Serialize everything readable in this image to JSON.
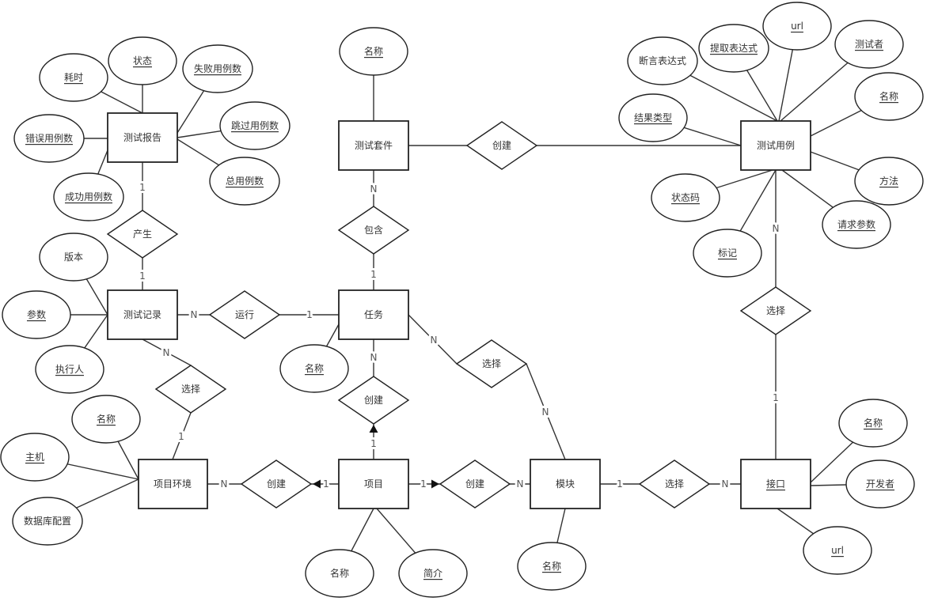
{
  "entities": {
    "test_report": "测试报告",
    "test_record": "测试记录",
    "test_suite": "测试套件",
    "task": "任务",
    "project_env": "项目环境",
    "project": "项目",
    "module": "模块",
    "interface": "接口",
    "test_case": "测试用例"
  },
  "relationships": {
    "report_record": "产生",
    "record_task": "运行",
    "suite_task": "包含",
    "suite_case": "创建",
    "record_env": "选择",
    "task_project": "创建",
    "task_module": "选择",
    "env_project": "创建",
    "project_module": "创建",
    "module_interface": "选择",
    "interface_case": "选择"
  },
  "attributes": {
    "test_report": [
      "耗时",
      "状态",
      "失败用例数",
      "跳过用例数",
      "总用例数",
      "错误用例数",
      "成功用例数"
    ],
    "test_record": [
      "版本",
      "参数",
      "执行人"
    ],
    "test_suite": [
      "名称"
    ],
    "task": [
      "名称"
    ],
    "project_env": [
      "名称",
      "主机",
      "数据库配置"
    ],
    "project": [
      "名称",
      "简介"
    ],
    "module": [
      "名称"
    ],
    "interface": [
      "名称",
      "开发者",
      "url"
    ],
    "test_case": [
      "断言表达式",
      "提取表达式",
      "url",
      "测试者",
      "名称",
      "结果类型",
      "方法",
      "状态码",
      "请求参数",
      "标记"
    ]
  },
  "cardinalities": {
    "report_record": {
      "report": "1",
      "record": "1"
    },
    "record_task": {
      "record": "N",
      "task": "1"
    },
    "suite_task": {
      "suite": "N",
      "task": "1"
    },
    "record_env": {
      "record": "N",
      "env": "1"
    },
    "task_project": {
      "task": "N",
      "project": "1"
    },
    "task_module": {
      "task": "N",
      "module": "N"
    },
    "env_project": {
      "env": "N",
      "project": "1"
    },
    "project_module": {
      "project": "1",
      "module": "N"
    },
    "module_interface": {
      "module": "1",
      "interface": "N"
    },
    "interface_case": {
      "case": "N",
      "interface": "1"
    }
  }
}
